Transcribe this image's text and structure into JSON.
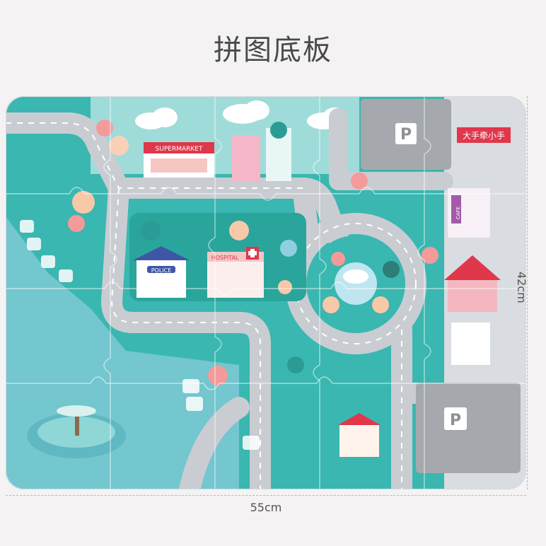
{
  "title": "拼图底板",
  "dimensions": {
    "width_label": "55cm",
    "height_label": "42cm"
  },
  "board": {
    "brand_logo_text": "大手牵小手",
    "parking_label": "P",
    "buildings": {
      "supermarket": "SUPERMARKET",
      "police": "POLICE",
      "hospital": "HOSPITAL",
      "cafe": "CAFE"
    }
  },
  "colors": {
    "background": "#f4f2f2",
    "board_teal": "#3ab7b0",
    "road_gray": "#c9cdd2",
    "lake_blue": "#74c6cf",
    "parking_gray": "#a5a9ae",
    "logo_red": "#e0374b"
  }
}
